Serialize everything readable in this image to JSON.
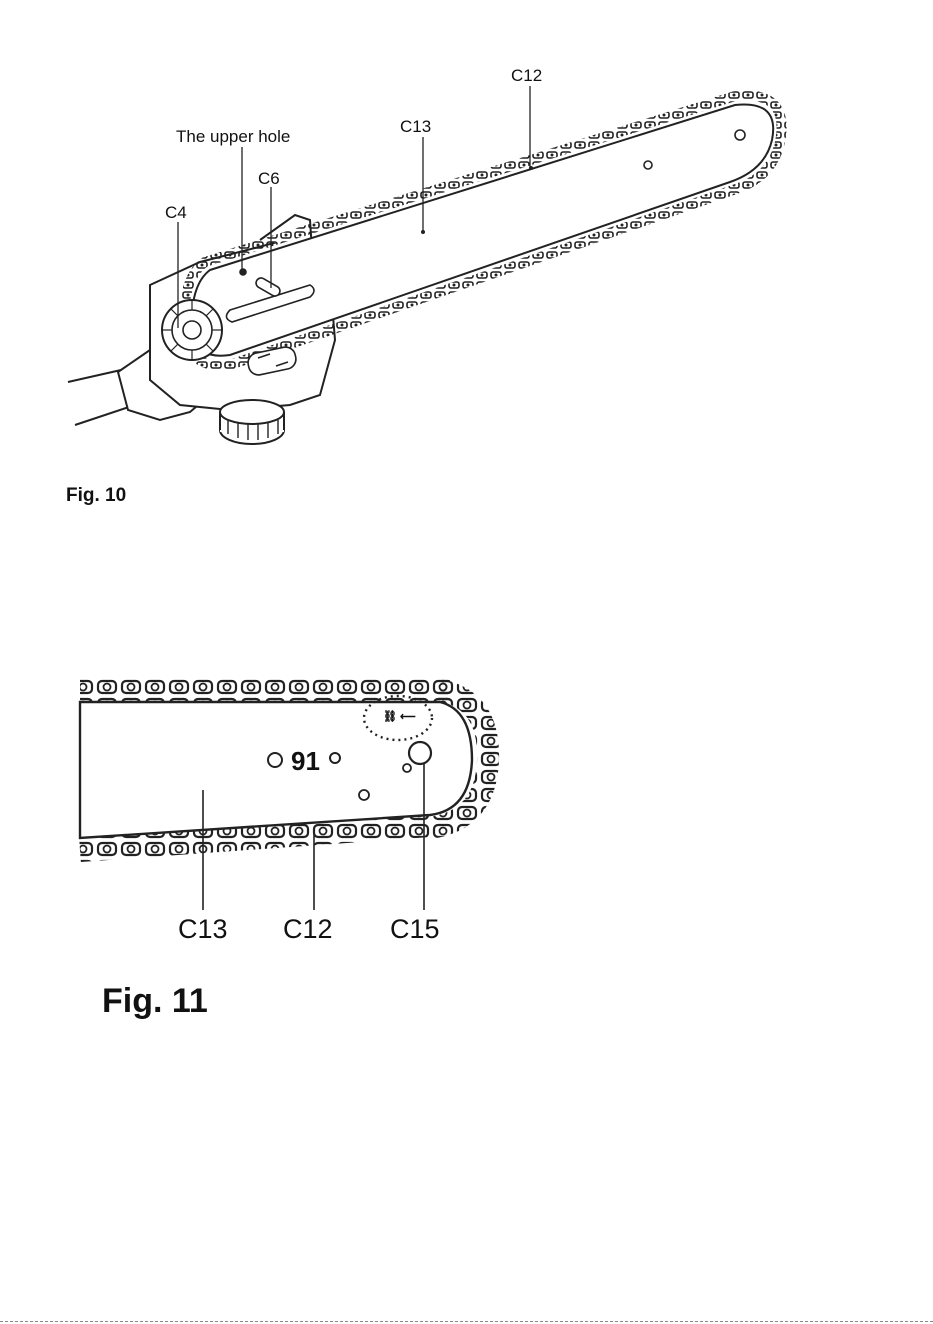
{
  "fig10": {
    "caption": "Fig. 10",
    "labels": {
      "upper_hole": "The upper hole",
      "c4": "C4",
      "c6": "C6",
      "c12": "C12",
      "c13": "C13"
    }
  },
  "fig11": {
    "caption": "Fig. 11",
    "bar_number": "91",
    "labels": {
      "c13": "C13",
      "c12": "C12",
      "c15": "C15"
    }
  }
}
